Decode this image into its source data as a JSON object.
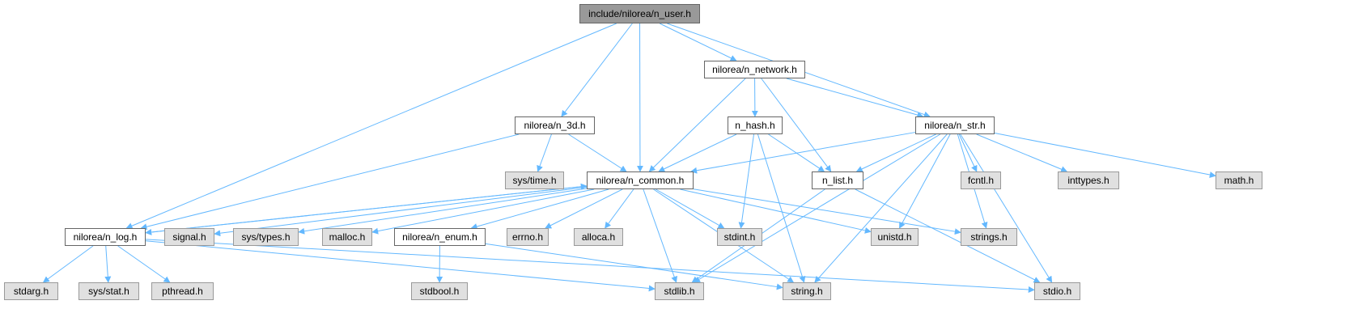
{
  "diagram": {
    "nodes": {
      "n_user": {
        "label": "include/nilorea/n_user.h",
        "kind": "focus"
      },
      "n_network": {
        "label": "nilorea/n_network.h",
        "kind": "doc"
      },
      "n_3d": {
        "label": "nilorea/n_3d.h",
        "kind": "doc"
      },
      "n_hash": {
        "label": "n_hash.h",
        "kind": "doc"
      },
      "n_str": {
        "label": "nilorea/n_str.h",
        "kind": "doc"
      },
      "sys_time": {
        "label": "sys/time.h",
        "kind": "sys"
      },
      "n_common": {
        "label": "nilorea/n_common.h",
        "kind": "doc"
      },
      "n_list": {
        "label": "n_list.h",
        "kind": "doc"
      },
      "fcntl": {
        "label": "fcntl.h",
        "kind": "sys"
      },
      "inttypes": {
        "label": "inttypes.h",
        "kind": "sys"
      },
      "math": {
        "label": "math.h",
        "kind": "sys"
      },
      "n_log": {
        "label": "nilorea/n_log.h",
        "kind": "doc"
      },
      "signal": {
        "label": "signal.h",
        "kind": "sys"
      },
      "sys_types": {
        "label": "sys/types.h",
        "kind": "sys"
      },
      "malloc": {
        "label": "malloc.h",
        "kind": "sys"
      },
      "n_enum": {
        "label": "nilorea/n_enum.h",
        "kind": "doc"
      },
      "errno": {
        "label": "errno.h",
        "kind": "sys"
      },
      "alloca": {
        "label": "alloca.h",
        "kind": "sys"
      },
      "stdint": {
        "label": "stdint.h",
        "kind": "sys"
      },
      "unistd": {
        "label": "unistd.h",
        "kind": "sys"
      },
      "strings": {
        "label": "strings.h",
        "kind": "sys"
      },
      "stdarg": {
        "label": "stdarg.h",
        "kind": "sys"
      },
      "sys_stat": {
        "label": "sys/stat.h",
        "kind": "sys"
      },
      "pthread": {
        "label": "pthread.h",
        "kind": "sys"
      },
      "stdbool": {
        "label": "stdbool.h",
        "kind": "sys"
      },
      "stdlib": {
        "label": "stdlib.h",
        "kind": "sys"
      },
      "string": {
        "label": "string.h",
        "kind": "sys"
      },
      "stdio": {
        "label": "stdio.h",
        "kind": "sys"
      }
    },
    "edges": [
      [
        "n_user",
        "n_network"
      ],
      [
        "n_user",
        "n_3d"
      ],
      [
        "n_user",
        "n_common"
      ],
      [
        "n_user",
        "n_str"
      ],
      [
        "n_user",
        "n_log"
      ],
      [
        "n_network",
        "n_common"
      ],
      [
        "n_network",
        "n_hash"
      ],
      [
        "n_network",
        "n_list"
      ],
      [
        "n_network",
        "n_str"
      ],
      [
        "n_3d",
        "sys_time"
      ],
      [
        "n_3d",
        "n_common"
      ],
      [
        "n_3d",
        "n_log"
      ],
      [
        "n_hash",
        "n_common"
      ],
      [
        "n_hash",
        "n_list"
      ],
      [
        "n_hash",
        "stdint"
      ],
      [
        "n_hash",
        "string"
      ],
      [
        "n_str",
        "n_common"
      ],
      [
        "n_str",
        "n_list"
      ],
      [
        "n_str",
        "fcntl"
      ],
      [
        "n_str",
        "inttypes"
      ],
      [
        "n_str",
        "math"
      ],
      [
        "n_str",
        "unistd"
      ],
      [
        "n_str",
        "strings"
      ],
      [
        "n_str",
        "stdlib"
      ],
      [
        "n_str",
        "string"
      ],
      [
        "n_str",
        "stdio"
      ],
      [
        "n_common",
        "n_log"
      ],
      [
        "n_common",
        "signal"
      ],
      [
        "n_common",
        "sys_types"
      ],
      [
        "n_common",
        "malloc"
      ],
      [
        "n_common",
        "n_enum"
      ],
      [
        "n_common",
        "errno"
      ],
      [
        "n_common",
        "alloca"
      ],
      [
        "n_common",
        "stdint"
      ],
      [
        "n_common",
        "unistd"
      ],
      [
        "n_common",
        "strings"
      ],
      [
        "n_common",
        "stdlib"
      ],
      [
        "n_common",
        "string"
      ],
      [
        "n_log",
        "n_common"
      ],
      [
        "n_log",
        "stdarg"
      ],
      [
        "n_log",
        "sys_stat"
      ],
      [
        "n_log",
        "pthread"
      ],
      [
        "n_log",
        "stdlib"
      ],
      [
        "n_log",
        "stdio"
      ],
      [
        "n_list",
        "stdlib"
      ],
      [
        "n_list",
        "stdio"
      ],
      [
        "n_enum",
        "stdbool"
      ],
      [
        "n_enum",
        "string"
      ]
    ],
    "colors": {
      "edge": "#63b8ff",
      "focus_fill": "#999999",
      "doc_fill": "#ffffff",
      "sys_fill": "#e0e0e0",
      "border": "#666666"
    }
  }
}
